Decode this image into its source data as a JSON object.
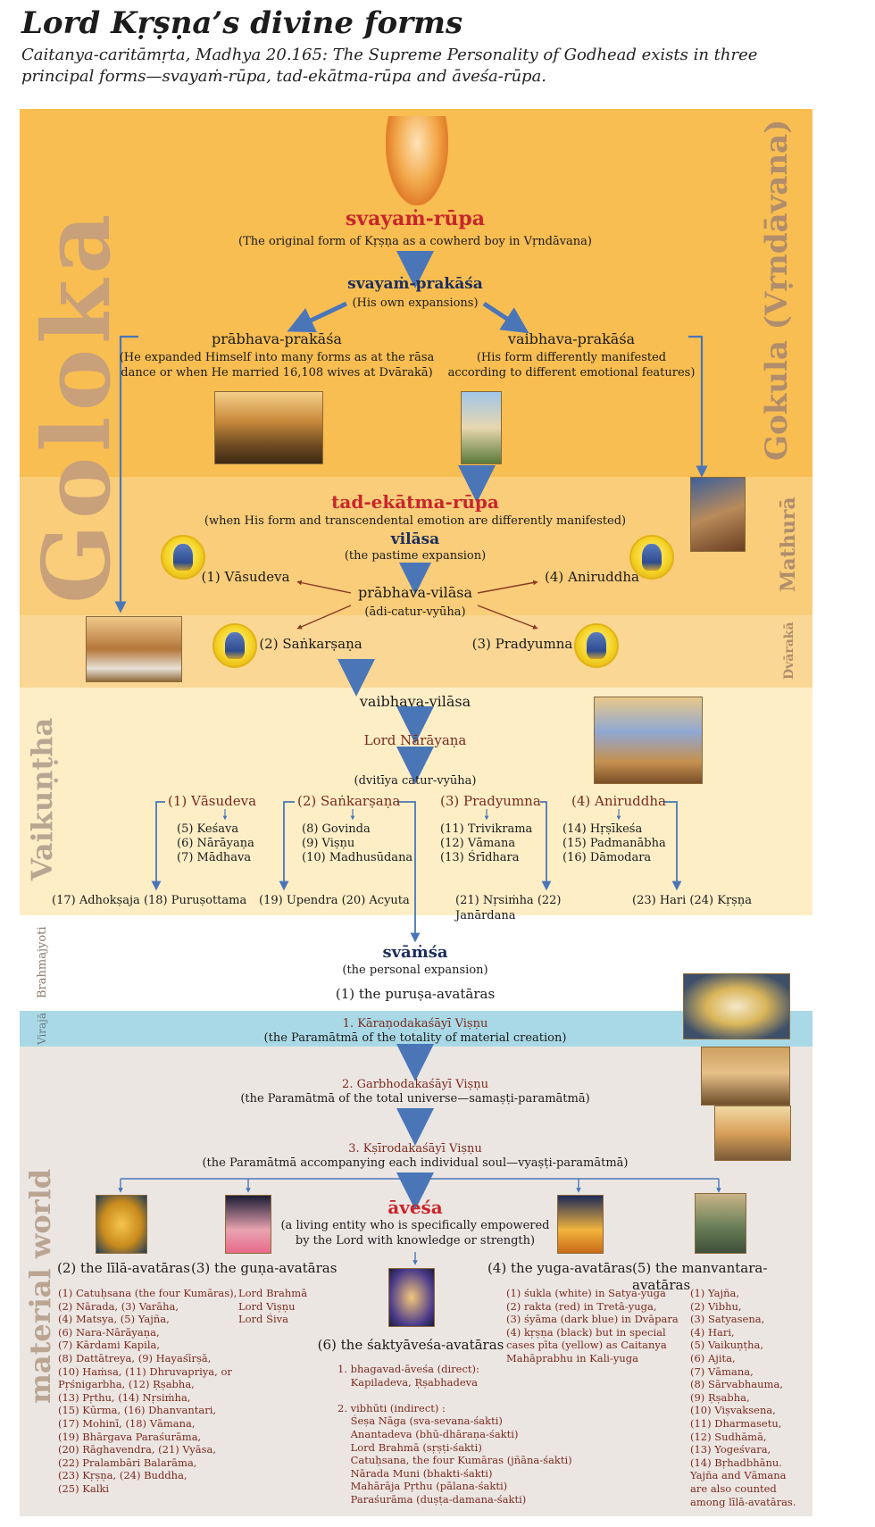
{
  "header": {
    "title": "Lord Kṛṣṇa’s divine forms",
    "subtitle": "Caitanya-caritāmṛta, Madhya 20.165: The Supreme Personality of Godhead exists in three principal forms—svayaṁ-rūpa, tad-ekātma-rūpa and āveśa-rūpa."
  },
  "regions": {
    "goloka": "Goloka",
    "gokula": "Gokula (Vṛndāvana)",
    "mathura": "Mathurā",
    "dvaraka": "Dvārakā",
    "vaikuntha": "Vaikuṇṭha",
    "brahmajyoti": "Brahmajyoti",
    "viraja": "Virajā",
    "material": "material world"
  },
  "svayam": {
    "title": "svayaṁ-rūpa",
    "desc": "(The original form of Kṛṣṇa as a cowherd boy in Vṛndāvana)",
    "prakasa_title": "svayaṁ-prakāśa",
    "prakasa_desc": "(His own expansions)",
    "prabhava_title": "prābhava-prakāśa",
    "prabhava_desc1": "(He expanded Himself into many forms as at the rāsa",
    "prabhava_desc2": "dance or when He married 16,108 wives at Dvārakā)",
    "vaibhava_title": "vaibhava-prakāśa",
    "vaibhava_desc1": "(His form differently manifested",
    "vaibhava_desc2": "according to different emotional features)"
  },
  "tad": {
    "title": "tad-ekātma-rūpa",
    "desc": "(when His form and transcendental emotion are differently manifested)",
    "vilasa_title": "vilāsa",
    "vilasa_desc": "(the pastime expansion)",
    "prabhava_vilasa": "prābhava-vilāsa",
    "adi": "(ādi-catur-vyūha)",
    "vasudeva": "(1) Vāsudeva",
    "aniruddha": "(4) Aniruddha",
    "sankarsana": "(2) Saṅkarṣaṇa",
    "pradyumna": "(3) Pradyumna"
  },
  "vaikuntha": {
    "vaibhava_vilasa": "vaibhava-vilāsa",
    "narayana": "Lord Nārāyaṇa",
    "dvitiya": "(dvitīya catur-vyūha)",
    "groups": [
      {
        "head": "(1) Vāsudeva",
        "items": [
          "(5) Keśava",
          "(6) Nārāyaṇa",
          "(7) Mādhava"
        ]
      },
      {
        "head": "(2) Saṅkarṣaṇa",
        "items": [
          "(8) Govinda",
          "(9) Viṣṇu",
          "(10) Madhusūdana"
        ]
      },
      {
        "head": "(3) Pradyumna",
        "items": [
          "(11) Trivikrama",
          "(12) Vāmana",
          "(13) Śrīdhara"
        ]
      },
      {
        "head": "(4) Aniruddha",
        "items": [
          "(14) Hṛṣīkeśa",
          "(15) Padmanābha",
          "(16) Dāmodara"
        ]
      }
    ],
    "bottom": [
      "(17) Adhokṣaja (18) Puruṣottama",
      "(19) Upendra (20) Acyuta",
      "(21) Nṛsiṁha (22) Janārdana",
      "(23) Hari (24) Kṛṣṇa"
    ]
  },
  "svamsa": {
    "title": "svāṁśa",
    "desc": "(the personal expansion)",
    "purusa": "(1) the puruṣa-avatāras",
    "karana": "1. Kāraṇodakaśāyī Viṣṇu",
    "karana_desc": "(the Paramātmā of the totality of material creation)",
    "garbha": "2. Garbhodakaśāyī Viṣṇu",
    "garbha_desc": "(the Paramātmā of the total universe—samaṣṭi-paramātmā)",
    "ksira": "3. Kṣīrodakaśāyī Viṣṇu",
    "ksira_desc": "(the Paramātmā accompanying each individual soul—vyaṣṭi-paramātmā)"
  },
  "avesa": {
    "title": "āveśa",
    "desc1": "(a living entity who is specifically empowered",
    "desc2": "by the Lord with knowledge or strength)",
    "lila": "(2) the līlā-avatāras",
    "guna": "(3) the guṇa-avatāras",
    "yuga": "(4) the yuga-avatāras",
    "manvantara": "(5) the manvantara-avatāras",
    "saktyavesa": "(6) the śaktyāveśa-avatāras",
    "lila_list": [
      "(1) Catuḥsana (the four Kumāras),",
      "(2) Nārada, (3) Varāha,",
      "(4) Matsya, (5) Yajña,",
      "(6) Nara-Nārāyaṇa,",
      "(7) Kārdami Kapila,",
      "(8) Dattātreya, (9) Hayaśīrṣā,",
      "(10) Haṁsa, (11) Dhruvapriya, or",
      "Pṛśnigarbha, (12) Ṛṣabha,",
      "(13) Pṛthu, (14) Nṛsiṁha,",
      "(15) Kūrma, (16) Dhanvantari,",
      "(17) Mohinī, (18) Vāmana,",
      "(19) Bhārgava Paraśurāma,",
      "(20) Rāghavendra, (21) Vyāsa,",
      "(22) Pralambāri Balarāma,",
      "(23) Kṛṣṇa, (24) Buddha,",
      "(25) Kalki"
    ],
    "guna_list": [
      "Lord Brahmā",
      "Lord Viṣṇu",
      "Lord Śiva"
    ],
    "yuga_list": [
      "(1) śukla (white) in Satya-yuga",
      "(2) rakta (red) in Tretā-yuga,",
      "(3) śyāma (dark blue) in Dvāpara",
      "(4) kṛṣṇa (black) but in special",
      "cases pīta (yellow) as Caitanya",
      "Mahāprabhu in Kali-yuga"
    ],
    "manvantara_list": [
      "(1) Yajña,",
      "(2) Vibhu,",
      "(3) Satyasena,",
      "(4) Hari,",
      "(5) Vaikuṇṭha,",
      "(6) Ajita,",
      "(7) Vāmana,",
      "(8) Sārvabhauma,",
      "(9) Ṛṣabha,",
      "(10) Viṣvaksena,",
      "(11) Dharmasetu,",
      "(12) Sudhāmā,",
      "(13) Yogeśvara,",
      "(14) Bṛhadbhānu.",
      "Yajña and Vāmana",
      "are also counted",
      "among līlā-avatāras."
    ],
    "sakty_list": [
      "1. bhagavad-āveśa (direct):",
      "    Kapiladeva, Ṛṣabhadeva",
      "",
      "2. vibhūti (indirect) :",
      "    Śeṣa Nāga (sva-sevana-śakti)",
      "    Anantadeva (bhū-dhāraṇa-śakti)",
      "    Lord Brahmā (sṛṣṭi-śakti)",
      "    Catuḥsana, the four Kumāras (jñāna-śakti)",
      "    Nārada Muni (bhakti-śakti)",
      "    Mahārāja Pṛthu (pālana-śakti)",
      "    Paraśurāma (duṣṭa-damana-śakti)"
    ]
  },
  "colors": {
    "gokula_band": "#f8be52",
    "mathura_band": "#f9cd79",
    "vaikuntha_band": "#fdeec6",
    "viraja_band": "#a9d9e6",
    "material_band": "#ece6e3",
    "arrow_blue": "#4a76b8",
    "title_red": "#c8262b",
    "navy": "#1c2d5c",
    "maroon": "#7a2a1e"
  }
}
